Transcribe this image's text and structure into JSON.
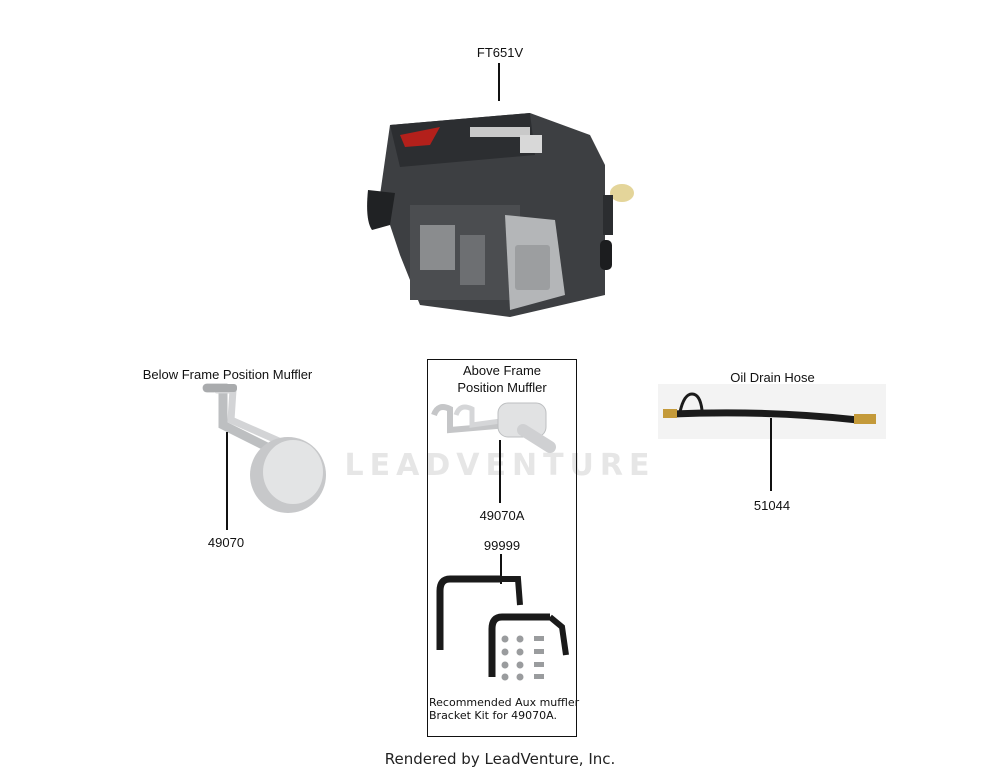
{
  "engine": {
    "part_number": "FT651V"
  },
  "below_frame": {
    "title": "Below Frame Position Muffler",
    "part_number": "49070"
  },
  "above_frame": {
    "title_line1": "Above Frame",
    "title_line2": "Position Muffler",
    "part_number": "49070A"
  },
  "bracket_kit": {
    "part_number": "99999",
    "note_line1": "Recommended Aux muffler",
    "note_line2": "Bracket Kit for 49070A."
  },
  "oil_drain": {
    "title": "Oil Drain Hose",
    "part_number": "51044"
  },
  "watermark": "LEADVENTURE",
  "footer": "Rendered by LeadVenture, Inc."
}
